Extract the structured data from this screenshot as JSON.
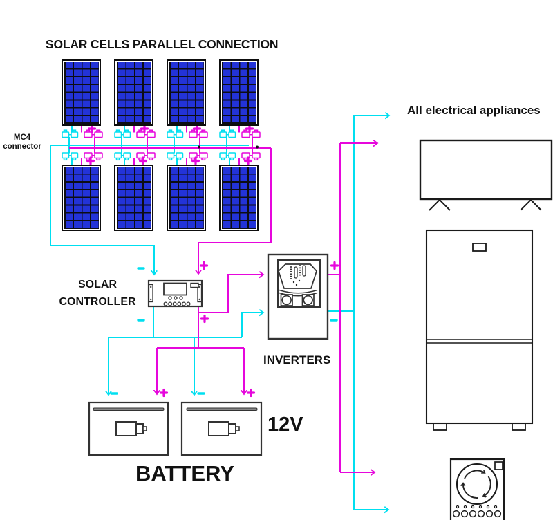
{
  "title": "SOLAR CELLS PARALLEL CONNECTION",
  "labels": {
    "mc4": {
      "line1": "MC4",
      "line2": "connector"
    },
    "controller": {
      "line1": "SOLAR",
      "line2": "CONTROLLER"
    },
    "inverters": "INVERTERS",
    "appliances_heading": "All electrical appliances",
    "battery_voltage": "12V",
    "battery": "BATTERY"
  },
  "markers": {
    "positive": "+",
    "negative": "−"
  },
  "colors": {
    "negative_wire": "#00dff0",
    "positive_wire": "#e607dc",
    "panel_cell_blue": "#2333d8",
    "outline": "#1a1a1a"
  },
  "components": {
    "solar_panels": {
      "count": 8,
      "rows": 2,
      "per_row": 4,
      "connection": "parallel"
    },
    "mc4_connectors": {
      "pairs_per_panel": 1
    },
    "charge_controller": {
      "buttons": 3,
      "terminals": 6
    },
    "inverter": {
      "fans": 2
    },
    "batteries": {
      "count": 2,
      "voltage_label": "12V"
    },
    "appliance_icons": [
      "tv",
      "refrigerator",
      "washing-machine"
    ]
  }
}
